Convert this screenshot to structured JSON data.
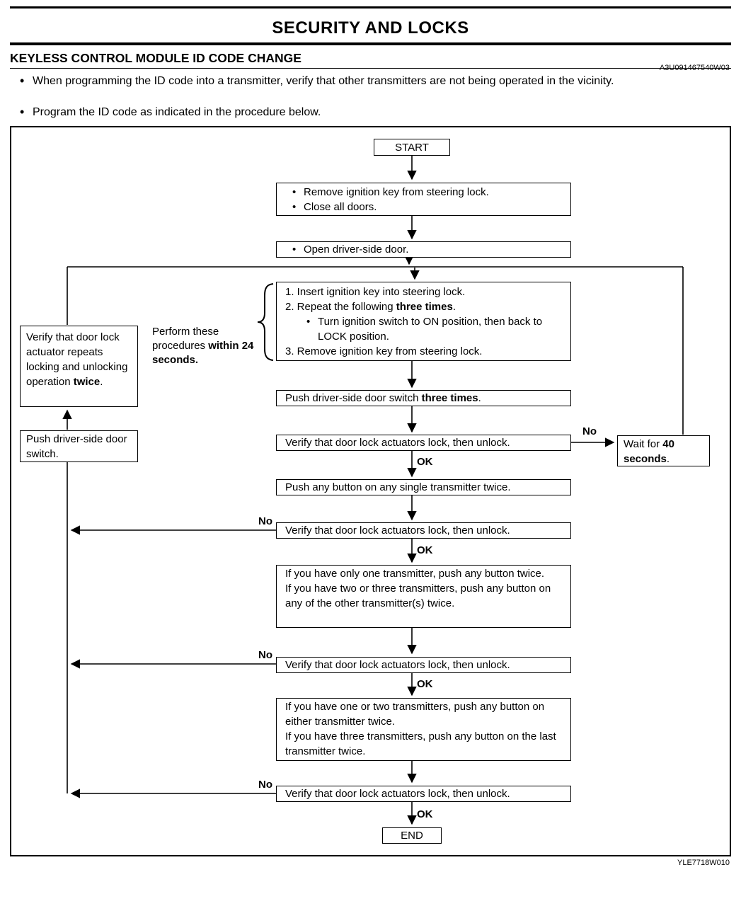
{
  "page": {
    "title": "SECURITY AND LOCKS",
    "section_heading": "KEYLESS CONTROL MODULE ID CODE CHANGE",
    "ref_code": "A3U091467540W03",
    "figure_code": "YLE7718W010",
    "bullets": [
      "When programming the ID code into a transmitter, verify that other transmitters are not being operated in the vicinity.",
      "Program the ID code as indicated in the procedure below."
    ]
  },
  "flow": {
    "start_label": "START",
    "end_label": "END",
    "ok_label": "OK",
    "no_label": "No",
    "remove_key_items": [
      "Remove ignition key from steering lock.",
      "Close all doors."
    ],
    "open_door": "Open driver-side door.",
    "procedure": {
      "l1": "1. Insert ignition key into steering lock.",
      "l2a": "2. Repeat the following ",
      "l2b": "three times",
      "l2c": ".",
      "l3": "Turn ignition switch to ON position, then back to LOCK position.",
      "l4": "3. Remove ignition key from steering lock."
    },
    "timing_note": {
      "a": "Perform these procedures ",
      "b": "within 24 seconds."
    },
    "push_switch_three": {
      "a": "Push driver-side door switch ",
      "b": "three times",
      "c": "."
    },
    "verify_lock_unlock": "Verify that door lock actuators lock, then unlock.",
    "push_any_single": "Push any button on any single transmitter twice.",
    "one_transmitter": [
      "If you have only one transmitter, push any button twice.",
      "If you have two or three transmitters, push any button on any of the other transmitter(s) twice."
    ],
    "one_or_two": [
      "If you have one or two transmitters, push any button on either transmitter twice.",
      "If you have three transmitters, push any button on the last transmitter twice."
    ],
    "verify_repeat": {
      "a": "Verify that door lock actuator repeats locking and unlocking operation ",
      "b": "twice",
      "c": "."
    },
    "push_switch": "Push driver-side door switch.",
    "wait": {
      "a": "Wait for ",
      "b": "40 seconds",
      "c": "."
    }
  },
  "colors": {
    "ink": "#000000",
    "paper": "#ffffff"
  }
}
